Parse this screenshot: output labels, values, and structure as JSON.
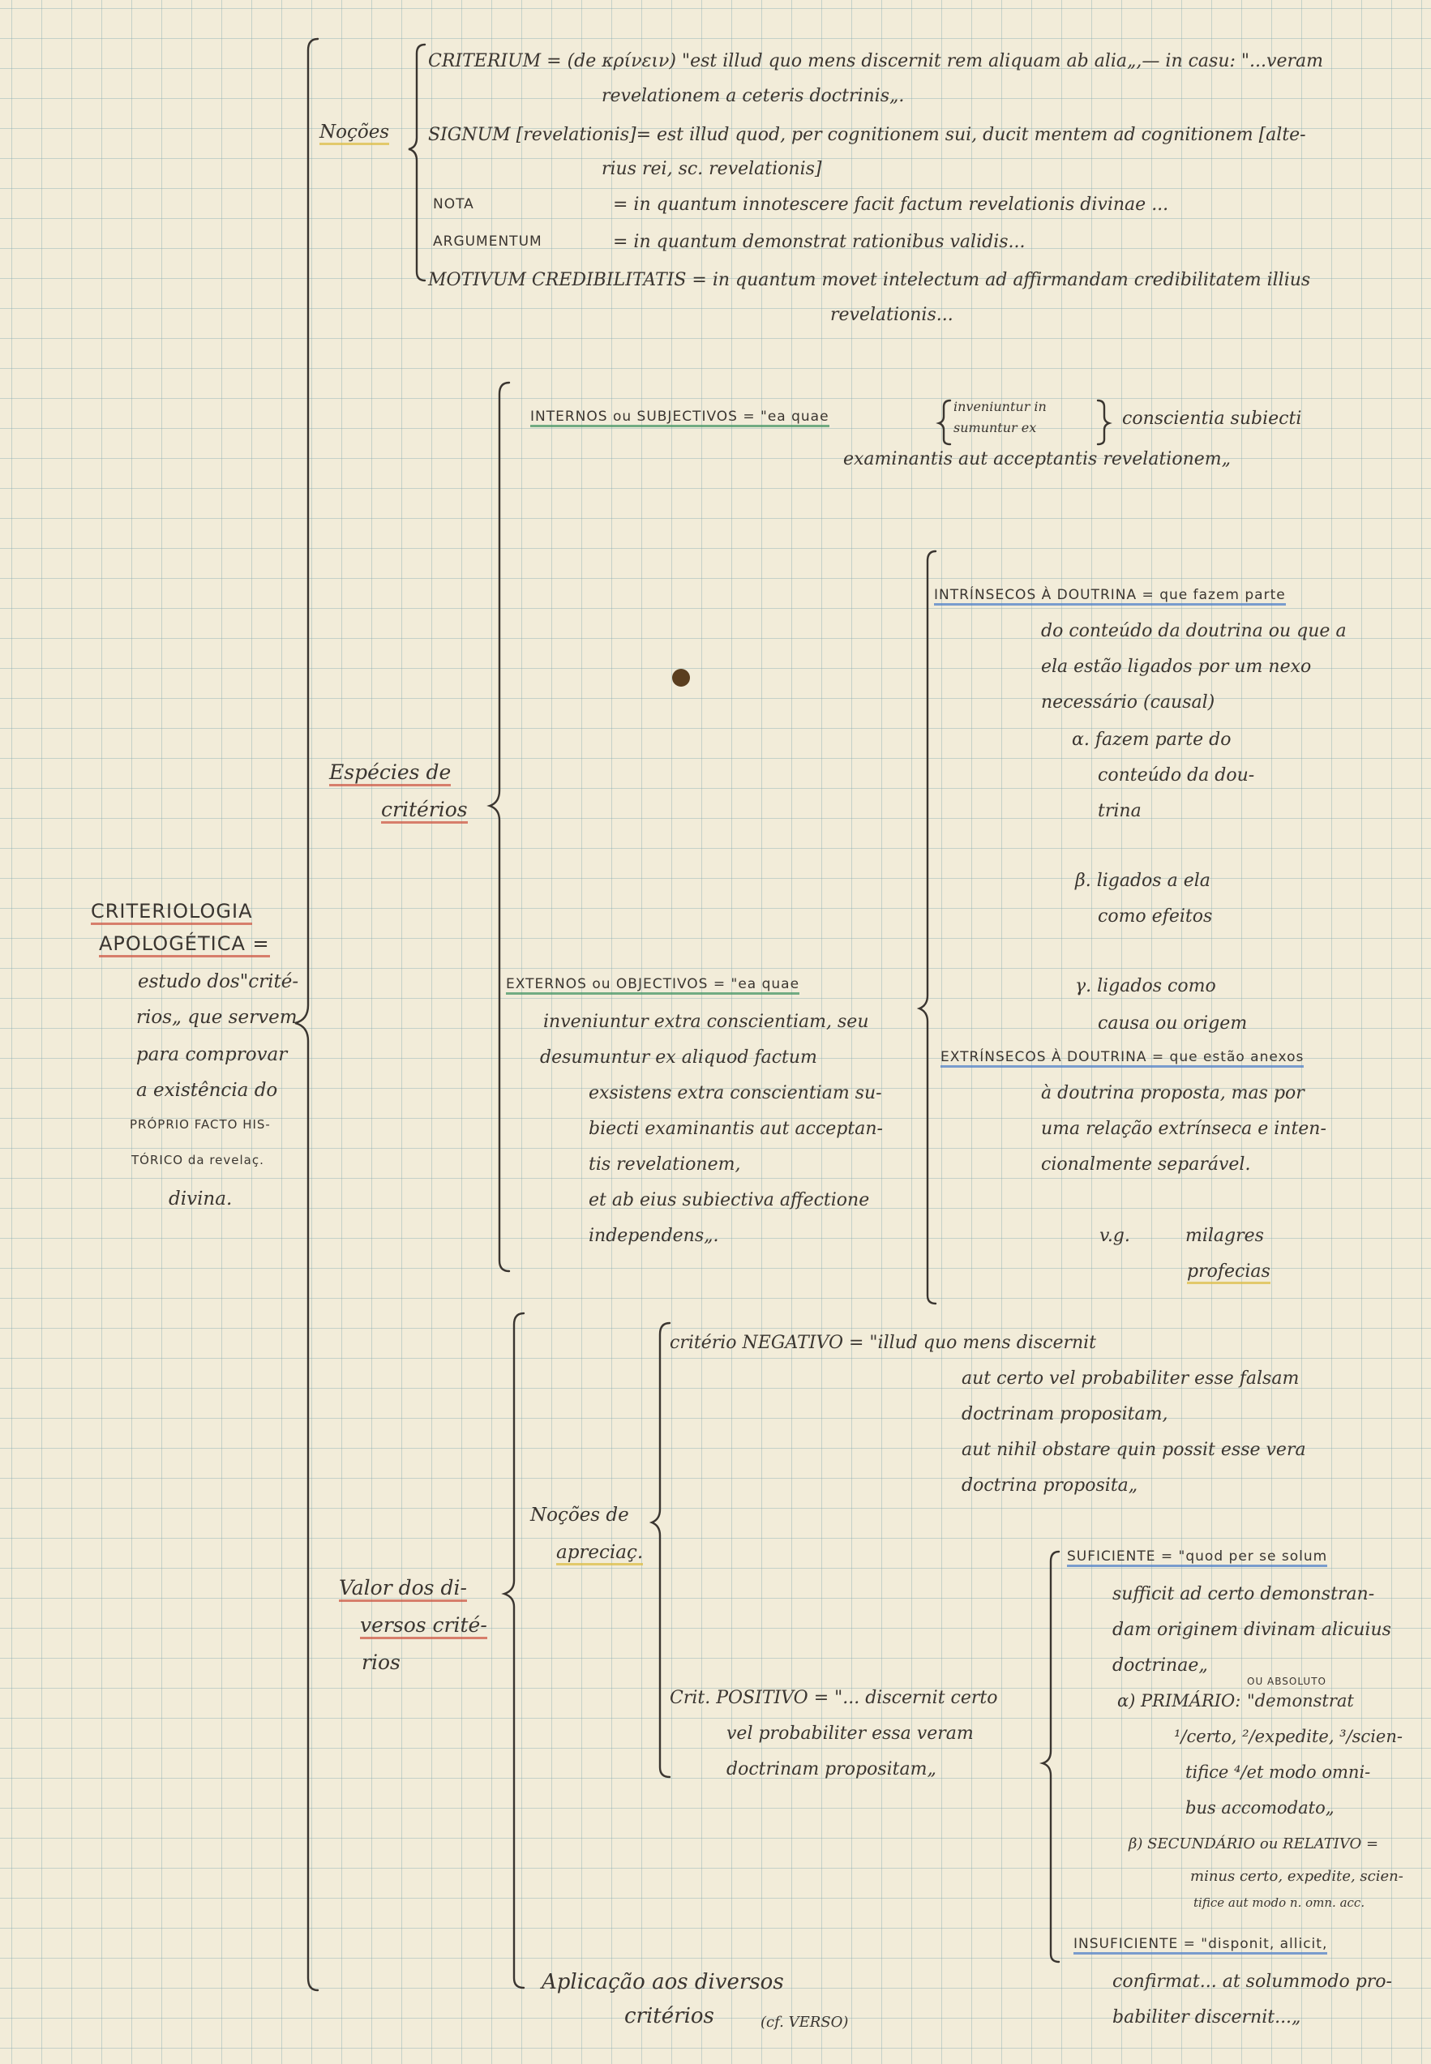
{
  "main": {
    "title": [
      "CRITERIOLOGIA",
      "APOLOGÉTICA ="
    ],
    "definition": [
      "estudo dos\"crité-",
      "rios„ que servem",
      "para comprovar",
      "a existência do",
      "PRÓPRIO FACTO HIS-",
      "TÓRICO da revelaç.",
      "divina."
    ]
  },
  "nocoes": {
    "label": "Noções",
    "criterium": [
      "CRITERIUM = (de κρίνειν) \"est illud quo mens discernit rem aliquam ab alia„,— in casu: \"...veram",
      "revelationem a ceteris doctrinis„."
    ],
    "signum": [
      "SIGNUM [revelationis]= est illud quod, per cognitionem sui, ducit mentem ad cognitionem [alte-",
      "rius rei, sc. revelationis]"
    ],
    "nota": [
      "NOTA",
      "= in quantum innotescere facit factum revelationis divinae ..."
    ],
    "argumentum": [
      "ARGUMENTUM",
      "= in quantum demonstrat rationibus validis..."
    ],
    "motivum": [
      "MOTIVUM CREDIBILITATIS = in quantum movet intelectum ad affirmandam credibilitatem illius",
      "revelationis..."
    ]
  },
  "especies": {
    "label": [
      "Espécies de",
      "critérios"
    ],
    "internos": [
      "INTERNOS ou SUBJECTIVOS = \"ea quae",
      "inveniuntur in",
      "sumuntur ex",
      "conscientia subiecti",
      "examinantis aut acceptantis revelationem„"
    ],
    "externos": [
      "EXTERNOS ou OBJECTIVOS = \"ea quae",
      "inveniuntur extra conscientiam, seu",
      "desumuntur ex aliquod factum",
      "exsistens extra conscientiam su-",
      "biecti examinantis aut acceptan-",
      "tis revelationem,",
      "et ab eius subiectiva affectione",
      "independens„."
    ],
    "intrinsecos": [
      "INTRÍNSECOS À DOUTRINA = que fazem parte",
      "do conteúdo da doutrina ou que a",
      "ela estão ligados por um nexo",
      "necessário (causal)"
    ],
    "alpha": [
      "α. fazem parte do",
      "conteúdo da dou-",
      "trina"
    ],
    "beta": [
      "β. ligados a ela",
      "como efeitos"
    ],
    "gamma": [
      "γ. ligados como",
      "causa ou origem"
    ],
    "extrinsecos": [
      "EXTRÍNSECOS À DOUTRINA = que estão anexos",
      "à doutrina proposta, mas por",
      "uma relação extrínseca e inten-",
      "cionalmente separável."
    ],
    "vg": [
      "v.g.",
      "milagres",
      "profecias"
    ]
  },
  "valor": {
    "label": [
      "Valor dos di-",
      "versos crité-",
      "rios"
    ],
    "nocoes_apreciac": [
      "Noções de",
      "apreciaç."
    ],
    "negativo": [
      "critério NEGATIVO = \"illud quo mens discernit",
      "aut certo vel probabiliter esse falsam",
      "doctrinam propositam,",
      "aut nihil obstare quin possit esse vera",
      "doctrina proposita„"
    ],
    "positivo": [
      "Crit. POSITIVO = \"... discernit certo",
      "vel probabiliter essa veram",
      "doctrinam propositam„"
    ],
    "suficiente": [
      "SUFICIENTE = \"quod per se solum",
      "sufficit ad certo demonstran-",
      "dam originem divinam alicuius",
      "doctrinae„"
    ],
    "primario": [
      "α) PRIMÁRIO:",
      "OU ABSOLUTO",
      "\"demonstrat",
      "¹/certo, ²/expedite, ³/scien-",
      "tifice ⁴/et modo omni-",
      "bus accomodato„"
    ],
    "secundario": [
      "β) SECUNDÁRIO ou RELATIVO =",
      "minus certo, expedite, scien-",
      "tifice aut modo n. omn. acc."
    ],
    "insuficiente": [
      "INSUFICIENTE = \"disponit, allicit,",
      "confirmat... at solummodo pro-",
      "babiliter discernit...„"
    ],
    "aplicacao": [
      "Aplicação aos diversos",
      "critérios",
      "(cf. VERSO)"
    ]
  }
}
